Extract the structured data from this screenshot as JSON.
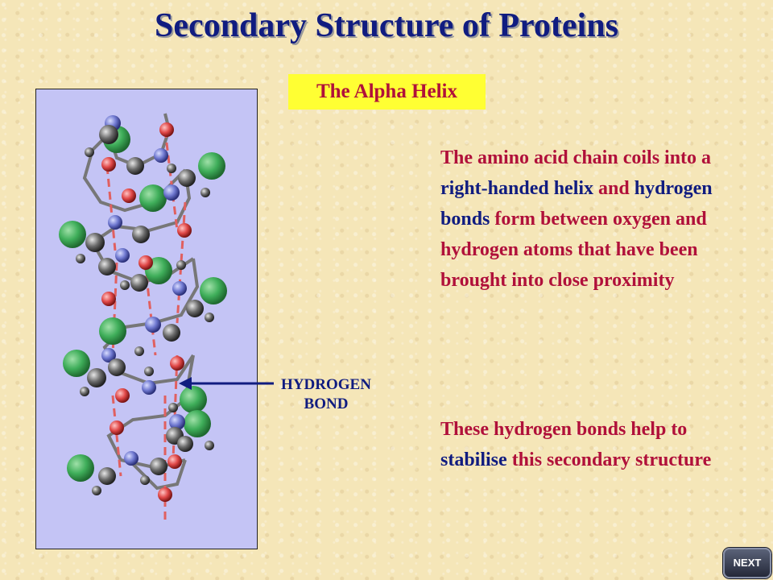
{
  "title": "Secondary Structure of Proteins",
  "subtitle": "The Alpha Helix",
  "paragraph1": {
    "a": "The amino acid chain coils into a ",
    "b": "right-handed helix",
    "c": " and ",
    "d": "hydrogen bonds",
    "e": " form between oxygen and hydrogen atoms that have been brought into close proximity"
  },
  "paragraph2": {
    "a": "These hydrogen bonds help to ",
    "b": "stabilise",
    "c": " this secondary structure"
  },
  "arrow_label_line1": "HYDROGEN",
  "arrow_label_line2": "BOND",
  "next_button": "NEXT",
  "colors": {
    "title": "#101c80",
    "text_red": "#b0103a",
    "text_blue": "#101c80",
    "subtitle_bg": "#ffff33",
    "panel_bg": "#c4c4f5"
  }
}
